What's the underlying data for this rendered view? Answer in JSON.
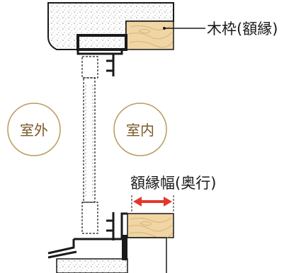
{
  "labels": {
    "frame": "木枠(額縁)",
    "outside": "室外",
    "inside": "室内",
    "depth": "額縁幅(奥行)"
  },
  "colors": {
    "arrow": "#e4372a",
    "wood": "#f0d6a4",
    "wood_grain": "#d9b378",
    "circle": "#b89a5e",
    "line": "#1a1a1a"
  }
}
